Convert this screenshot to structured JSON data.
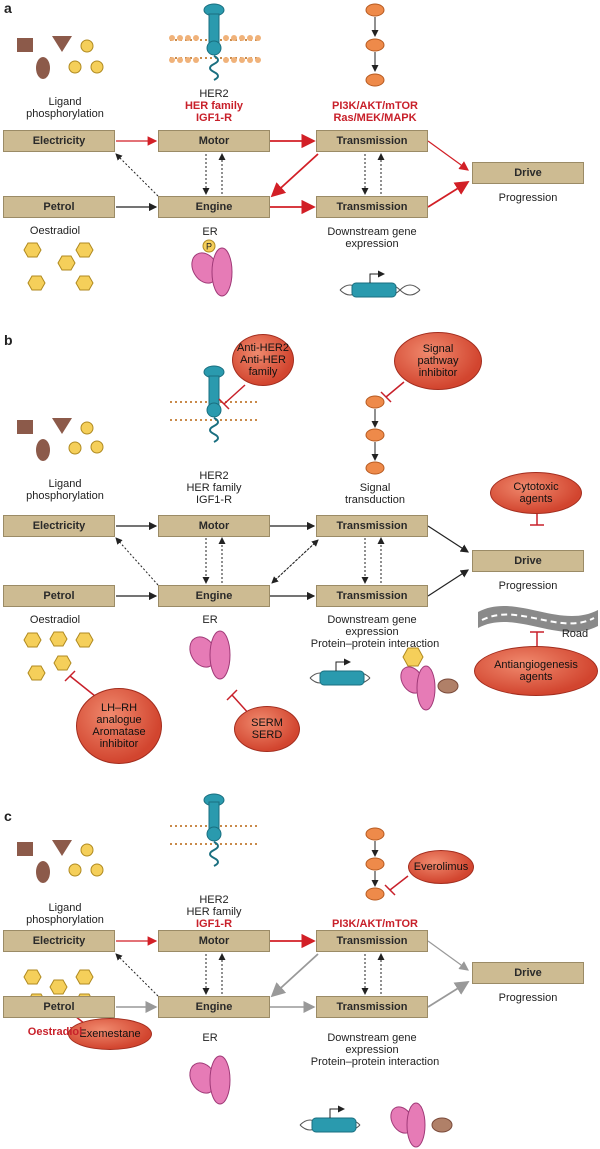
{
  "panels": {
    "a": {
      "label": "a",
      "boxes": {
        "electricity": "Electricity",
        "motor": "Motor",
        "transmission_top": "Transmission",
        "petrol": "Petrol",
        "engine": "Engine",
        "transmission_bottom": "Transmission",
        "drive": "Drive"
      },
      "text": {
        "ligand": "Ligand",
        "phosphorylation": "phosphorylation",
        "her2": "HER2",
        "her_family": "HER family",
        "igf1r": "IGF1-R",
        "pi3k": "PI3K/AKT/mTOR",
        "ras": "Ras/MEK/MAPK",
        "progression": "Progression",
        "oestradiol": "Oestradiol",
        "er": "ER",
        "downstream1": "Downstream gene",
        "downstream2": "expression"
      }
    },
    "b": {
      "label": "b",
      "boxes": {
        "electricity": "Electricity",
        "motor": "Motor",
        "transmission_top": "Transmission",
        "petrol": "Petrol",
        "engine": "Engine",
        "transmission_bottom": "Transmission",
        "drive": "Drive"
      },
      "text": {
        "ligand": "Ligand",
        "phosphorylation": "phosphorylation",
        "her2": "HER2",
        "her_family": "HER family",
        "igf1r": "IGF1-R",
        "signal": "Signal",
        "transduction": "transduction",
        "progression": "Progression",
        "road": "Road",
        "oestradiol": "Oestradiol",
        "er": "ER",
        "downstream1": "Downstream gene",
        "downstream2": "expression",
        "ppi": "Protein–protein interaction"
      },
      "drugs": {
        "antiher_1": "Anti-HER2",
        "antiher_2": "Anti-HER",
        "antiher_3": "family",
        "signal_1": "Signal",
        "signal_2": "pathway",
        "signal_3": "inhibitor",
        "cyto_1": "Cytotoxic",
        "cyto_2": "agents",
        "anti_1": "Antiangiogenesis",
        "anti_2": "agents",
        "lhrh_1": "LH–RH",
        "lhrh_2": "analogue",
        "lhrh_3": "Aromatase",
        "lhrh_4": "inhibitor",
        "serm_1": "SERM",
        "serm_2": "SERD"
      }
    },
    "c": {
      "label": "c",
      "boxes": {
        "electricity": "Electricity",
        "motor": "Motor",
        "transmission_top": "Transmission",
        "petrol": "Petrol",
        "engine": "Engine",
        "transmission_bottom": "Transmission",
        "drive": "Drive"
      },
      "text": {
        "ligand": "Ligand",
        "phosphorylation": "phosphorylation",
        "her2": "HER2",
        "her_family": "HER family",
        "igf1r": "IGF1-R",
        "pi3k": "PI3K/AKT/mTOR",
        "progression": "Progression",
        "oestradiol": "Oestradiol",
        "er": "ER",
        "downstream1": "Downstream gene",
        "downstream2": "expression",
        "ppi": "Protein–protein interaction"
      },
      "drugs": {
        "everolimus": "Everolimus",
        "exemestane": "Exemestane"
      }
    },
    "p_symbol": "P"
  }
}
